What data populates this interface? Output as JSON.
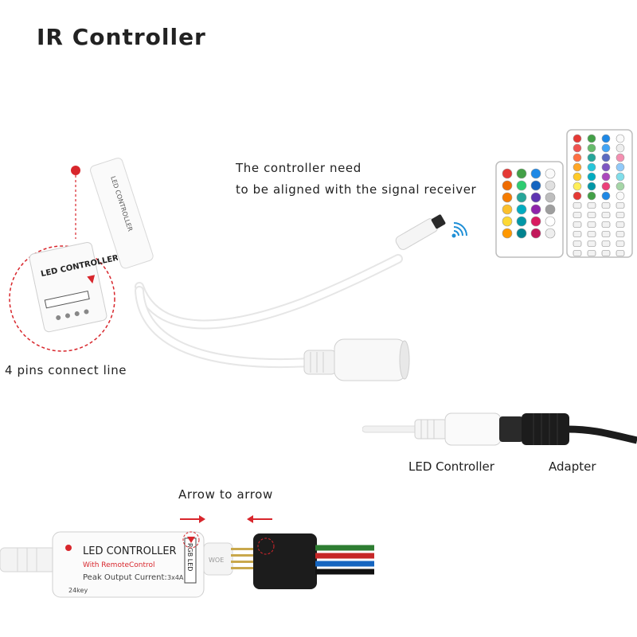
{
  "title": "IR Controller",
  "captions": {
    "alignment_line1": "The controller need",
    "alignment_line2": "to be aligned with the signal receiver",
    "pins": "4 pins connect line",
    "led_controller": "LED Controller",
    "adapter": "Adapter",
    "arrow_to_arrow": "Arrow to arrow"
  },
  "device_labels": {
    "controller_name": "LED CONTROLLER",
    "with_remote": "With RemoteControl",
    "peak_output": "Peak Output Current:",
    "peak_value": "3x4A",
    "rgb_led": "RGB LED",
    "key_count": "24key",
    "brand": "WOE"
  },
  "colors": {
    "accent_red": "#d8262c",
    "signal_blue": "#1f8fd6",
    "cable_white": "#f2f2f2",
    "adapter_black": "#1c1c1c"
  },
  "remote_24_colors": [
    "#e53935",
    "#43a047",
    "#1e88e5",
    "#fafafa",
    "#ef6c00",
    "#2ecc71",
    "#1565c0",
    "#e0e0e0",
    "#f57c00",
    "#26a69a",
    "#5e35b1",
    "#bdbdbd",
    "#fbc02d",
    "#00acc1",
    "#8e24aa",
    "#9e9e9e",
    "#fdd835",
    "#0097a7",
    "#d81b60",
    "#ffffff",
    "#ff9800",
    "#00838f",
    "#c2185b",
    "#eeeeee"
  ],
  "remote_44_colors": [
    "#e53935",
    "#43a047",
    "#1e88e5",
    "#fafafa",
    "#ef5350",
    "#66bb6a",
    "#42a5f5",
    "#eeeeee",
    "#ff7043",
    "#26a69a",
    "#5c6bc0",
    "#f48fb1",
    "#ffa726",
    "#26c6da",
    "#7e57c2",
    "#90caf9",
    "#ffca28",
    "#00acc1",
    "#ab47bc",
    "#80deea",
    "#ffee58",
    "#0097a7",
    "#ec407a",
    "#a5d6a7"
  ]
}
